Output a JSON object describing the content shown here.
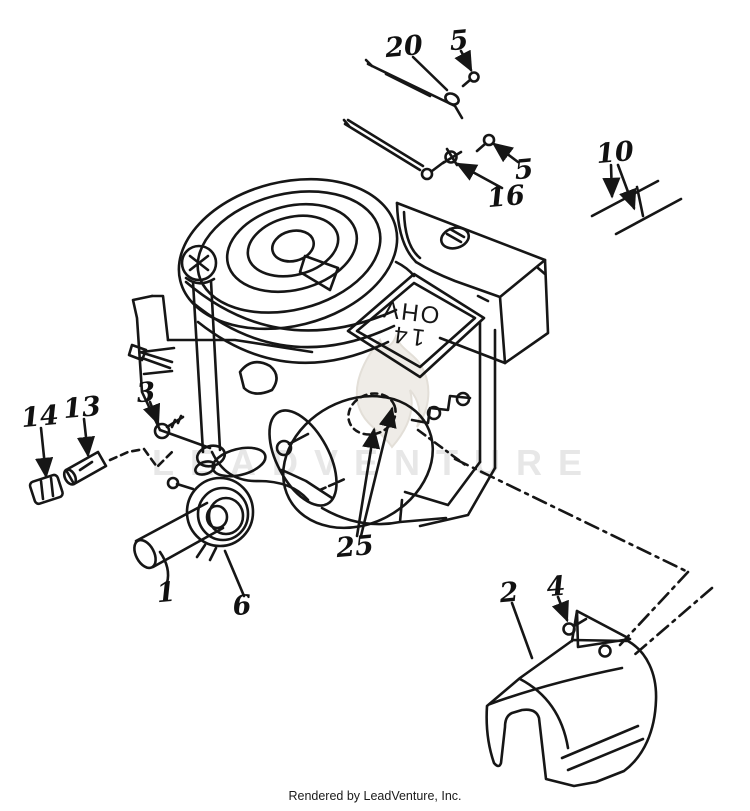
{
  "watermark": {
    "brand": "LEADVENTURE"
  },
  "footer": {
    "credit": "Rendered by LeadVenture, Inc."
  },
  "engine_label": {
    "line1": "14",
    "line2": "OHV",
    "orientation": "upside-down"
  },
  "callouts": [
    {
      "label": "20"
    },
    {
      "label": "5"
    },
    {
      "label": "5"
    },
    {
      "label": "16"
    },
    {
      "label": "10"
    },
    {
      "label": "14"
    },
    {
      "label": "13"
    },
    {
      "label": "3"
    },
    {
      "label": "1"
    },
    {
      "label": "6"
    },
    {
      "label": "25"
    },
    {
      "label": "2"
    },
    {
      "label": "4"
    }
  ],
  "colors": {
    "line": "#161616",
    "background": "#ffffff",
    "watermark_text": "#e7e7e7",
    "watermark_flame": "#efece7"
  }
}
